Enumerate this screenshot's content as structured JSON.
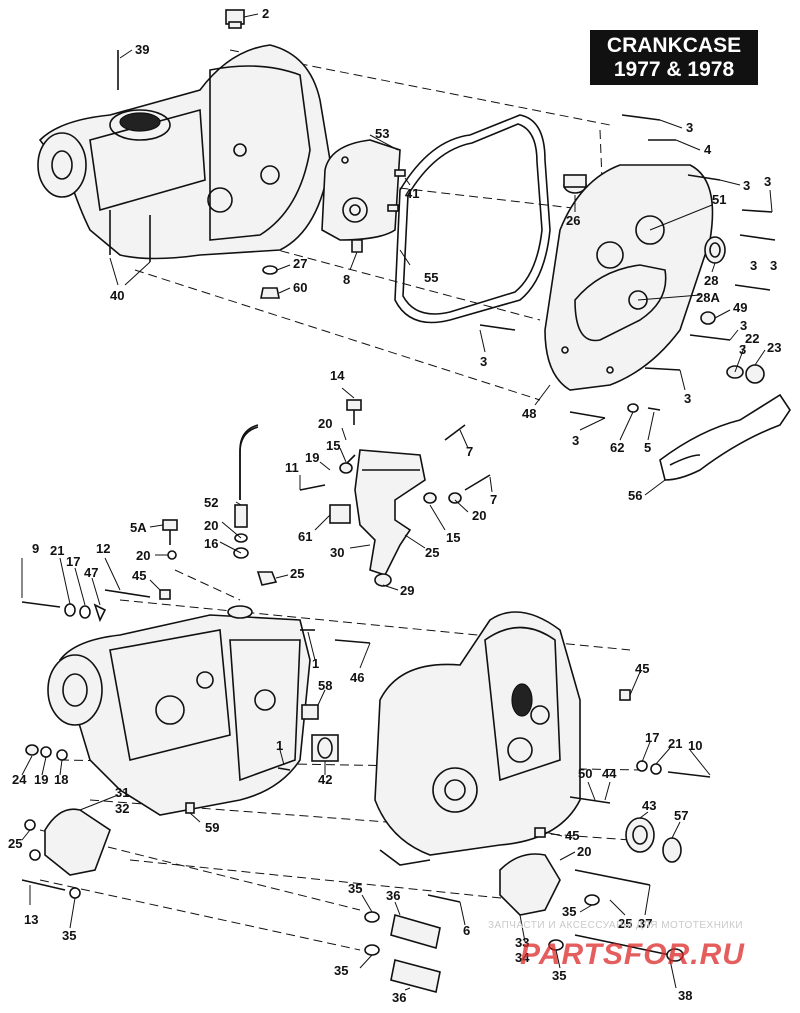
{
  "title": {
    "line1": "CRANKCASE",
    "line2": "1977 & 1978"
  },
  "watermark": {
    "text": "ЗАПЧАСТИ И АКСЕССУАРЫ ДЛЯ МОТОТЕХНИКИ",
    "logo": "PARTSFOR.RU"
  },
  "colors": {
    "ink": "#111111",
    "background": "#ffffff",
    "watermark": "#dc2828"
  },
  "callouts": {
    "c2": "2",
    "c39": "39",
    "c53": "53",
    "c41": "41",
    "c27": "27",
    "c60": "60",
    "c40": "40",
    "c8": "8",
    "c55": "55",
    "c3a": "3",
    "c4": "4",
    "c3b": "3",
    "c51": "51",
    "c3c": "3",
    "c26": "26",
    "c28": "28",
    "c3d": "3",
    "c3e": "3",
    "c28a": "28A",
    "c49": "49",
    "c3f": "3",
    "c3g": "3",
    "c22": "22",
    "c23": "23",
    "c3h": "3",
    "c48": "48",
    "c3i": "3",
    "c62": "62",
    "c5": "5",
    "c56": "56",
    "c14": "14",
    "c20a": "20",
    "c15a": "15",
    "c7a": "7",
    "c11": "11",
    "c19a": "19",
    "c7b": "7",
    "c52": "52",
    "c20b": "20",
    "c15b": "15",
    "c61": "61",
    "c30": "30",
    "c25a": "25",
    "c29": "29",
    "c5a": "5A",
    "c20c": "20",
    "c16": "16",
    "c20d": "20",
    "c25b": "25",
    "c9": "9",
    "c21a": "21",
    "c17a": "17",
    "c47": "47",
    "c12": "12",
    "c45a": "45",
    "c1a": "1",
    "c46": "46",
    "c58": "58",
    "c45b": "45",
    "c1b": "1",
    "c42": "42",
    "c24": "24",
    "c19b": "19",
    "c18": "18",
    "c31": "31",
    "c32": "32",
    "c59": "59",
    "c25c": "25",
    "c13": "13",
    "c35a": "35",
    "c17b": "17",
    "c21b": "21",
    "c10": "10",
    "c50": "50",
    "c44": "44",
    "c43": "43",
    "c57": "57",
    "c45c": "45",
    "c20e": "20",
    "c35b": "35",
    "c36a": "36",
    "c6": "6",
    "c33": "33",
    "c34": "34",
    "c35c": "35",
    "c25d": "25",
    "c37": "37",
    "c35d": "35",
    "c36b": "36",
    "c35e": "35",
    "c38": "38"
  }
}
